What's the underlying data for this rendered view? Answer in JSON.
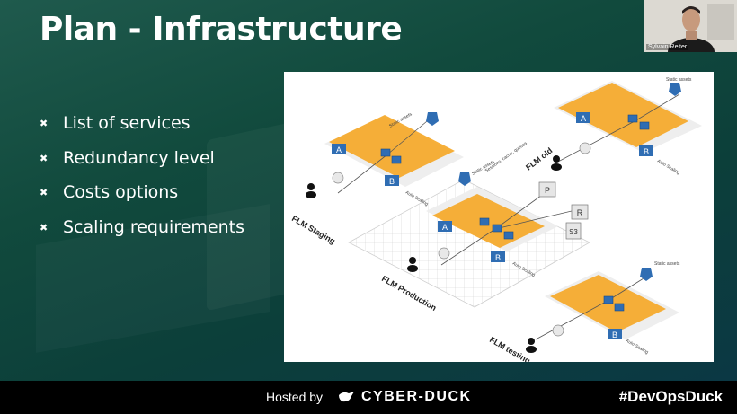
{
  "slide": {
    "title": "Plan - Infrastructure",
    "bullets": [
      "List of services",
      "Redundancy level",
      "Costs options",
      "Scaling requirements"
    ]
  },
  "diagram": {
    "labels": {
      "staging": "FLM Staging",
      "production": "FLM Production",
      "old": "FLM old",
      "testing": "FLM testing",
      "static_assets": "Static assets",
      "auto_scaling": "Auto Scaling",
      "az_a": "A",
      "az_b": "B",
      "sessions_cache_queues": "Sessions, cache, queues"
    },
    "colors": {
      "accent": "#f5a623",
      "node": "#2f6db3",
      "grid": "#d8d8d8"
    }
  },
  "webcam": {
    "name": "Sylvain Reiter"
  },
  "footer": {
    "hosted_by": "Hosted by",
    "brand": "CYBER-DUCK",
    "hashtag": "#DevOpsDuck"
  }
}
